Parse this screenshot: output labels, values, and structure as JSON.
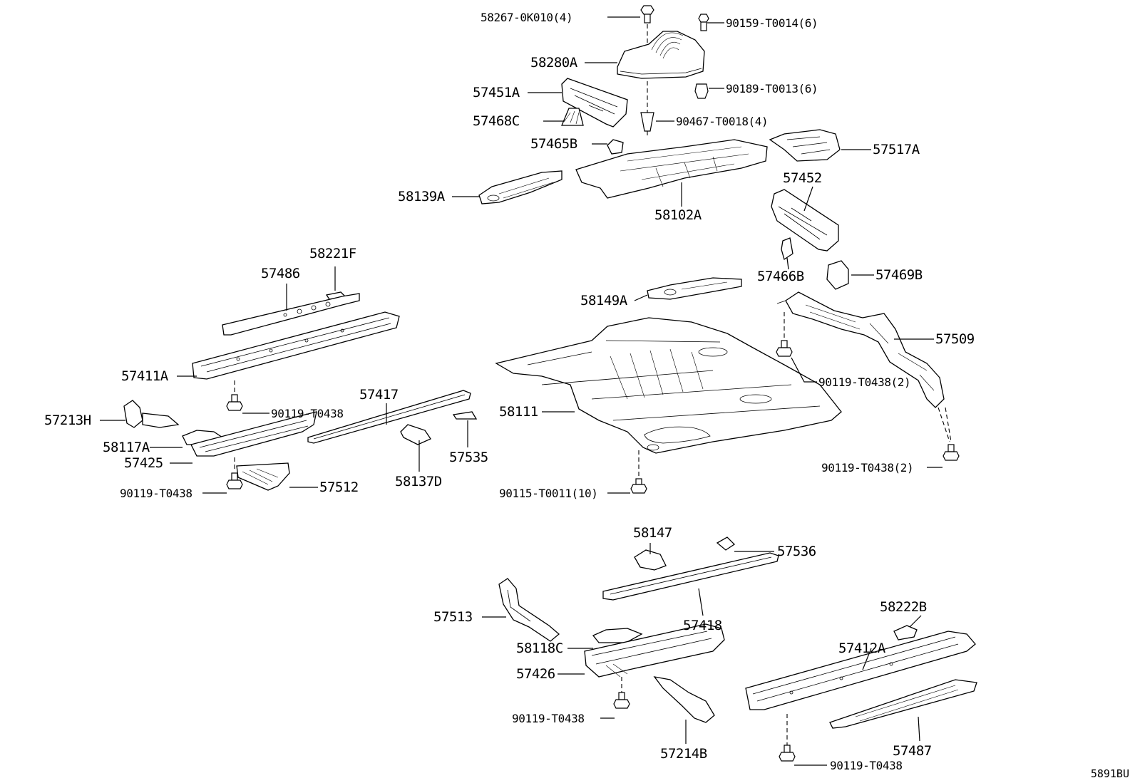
{
  "diagram": {
    "page_code": "5891BU",
    "labels": {
      "p58267": "58267-0K010(4)",
      "p90159": "90159-T0014(6)",
      "p58280A": "58280A",
      "p57451A": "57451A",
      "p90189": "90189-T0013(6)",
      "p57468C": "57468C",
      "p90467": "90467-T0018(4)",
      "p57465B": "57465B",
      "p57517A": "57517A",
      "p58139A": "58139A",
      "p58102A": "58102A",
      "p57452": "57452",
      "p58221F": "58221F",
      "p57486": "57486",
      "p57466B": "57466B",
      "p57469B": "57469B",
      "p58149A": "58149A",
      "p57509": "57509",
      "p57411A": "57411A",
      "p90119_a": "90119-T0438(2)",
      "p57417": "57417",
      "p90119_b": "90119-T0438",
      "p58111": "58111",
      "p57213H": "57213H",
      "p58117A": "58117A",
      "p57535": "57535",
      "p57425": "57425",
      "p90119_c": "90119-T0438(2)",
      "p57512": "57512",
      "p58137D": "58137D",
      "p90119_d": "90119-T0438",
      "p90115": "90115-T0011(10)",
      "p58147": "58147",
      "p57536": "57536",
      "p57513": "57513",
      "p57418": "57418",
      "p58222B": "58222B",
      "p58118C": "58118C",
      "p57412A": "57412A",
      "p57426": "57426",
      "p90119_e": "90119-T0438",
      "p57214B": "57214B",
      "p57487": "57487",
      "p90119_f": "90119-T0438"
    }
  }
}
